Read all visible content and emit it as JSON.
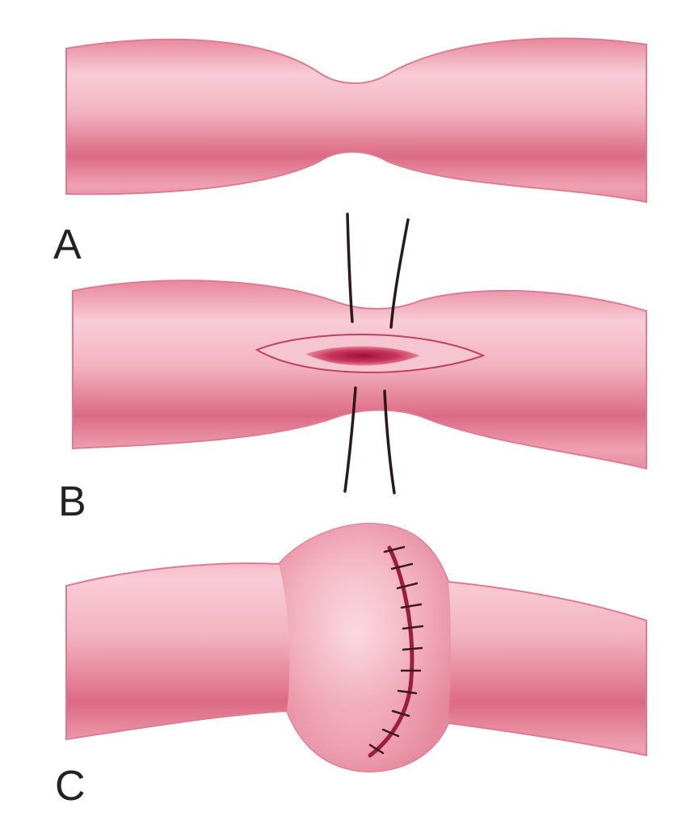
{
  "figure": {
    "panels": [
      {
        "label": "A",
        "stage": "narrowed-segment"
      },
      {
        "label": "B",
        "stage": "longitudinal-incision-with-stay-sutures"
      },
      {
        "label": "C",
        "stage": "transverse-closure-with-sutures"
      }
    ]
  },
  "colors": {
    "vessel_edge": "#e58fa2",
    "vessel_fill": "#f2a6b6",
    "vessel_highlight": "#fbe3ea",
    "vessel_band": "#dd6f88",
    "incision": "#b5204a",
    "suture_thread": "#2a1a1e",
    "suture_line": "#9b1f3c",
    "label_text": "#222222"
  },
  "icons": [
    "blood-vessel",
    "stay-suture",
    "incision",
    "suture-line"
  ]
}
